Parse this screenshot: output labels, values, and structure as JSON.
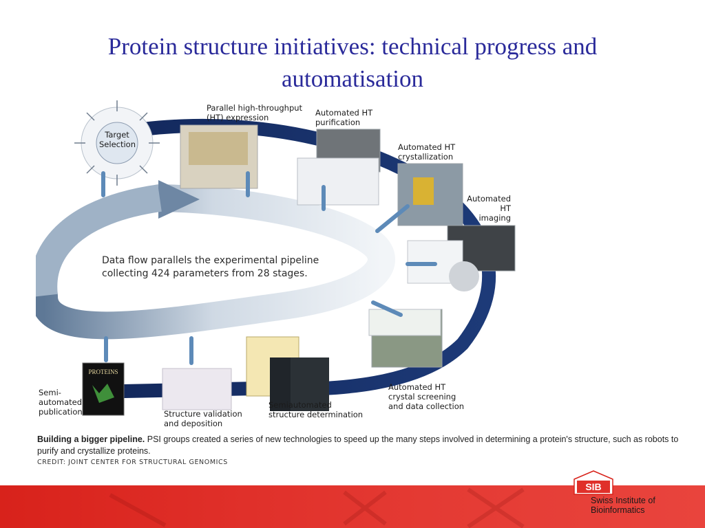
{
  "slide": {
    "title_line1": "Protein structure initiatives: technical progress and",
    "title_line2": "automatisation"
  },
  "pipeline": {
    "target_selection": [
      "Target",
      "Selection"
    ],
    "stages": [
      {
        "id": "expression",
        "lines": [
          "Parallel high-throughput",
          "(HT) expression"
        ]
      },
      {
        "id": "purification",
        "lines": [
          "Automated HT",
          "purification"
        ]
      },
      {
        "id": "crystallization",
        "lines": [
          "Automated HT",
          "crystallization"
        ]
      },
      {
        "id": "imaging",
        "lines": [
          "Automated",
          "HT",
          "imaging"
        ]
      },
      {
        "id": "screening",
        "lines": [
          "Automated HT",
          "crystal screening",
          "and data collection"
        ]
      },
      {
        "id": "determination",
        "lines": [
          "Semiautomated",
          "structure determination"
        ]
      },
      {
        "id": "validation",
        "lines": [
          "Structure validation",
          "and deposition"
        ]
      },
      {
        "id": "publication",
        "lines": [
          "Semi-",
          "automated",
          "publication"
        ]
      }
    ],
    "journal_cover_text": "PROTEINS",
    "flow_text": [
      "Data flow parallels the experimental pipeline",
      "collecting 424 parameters from 28 stages."
    ]
  },
  "caption": {
    "bold": "Building a bigger pipeline.",
    "text": " PSI groups created a series of new technologies to speed up the many steps involved in determining a protein's structure, such as robots to purify and crystallize proteins.",
    "credit": "CREDIT: JOINT CENTER FOR STRUCTURAL GENOMICS"
  },
  "footer": {
    "logo_text": "SIB",
    "org_line1": "Swiss Institute of",
    "org_line2": "Bioinformatics",
    "colors": {
      "bar": "#e0302a",
      "title": "#2a2a9a"
    }
  }
}
